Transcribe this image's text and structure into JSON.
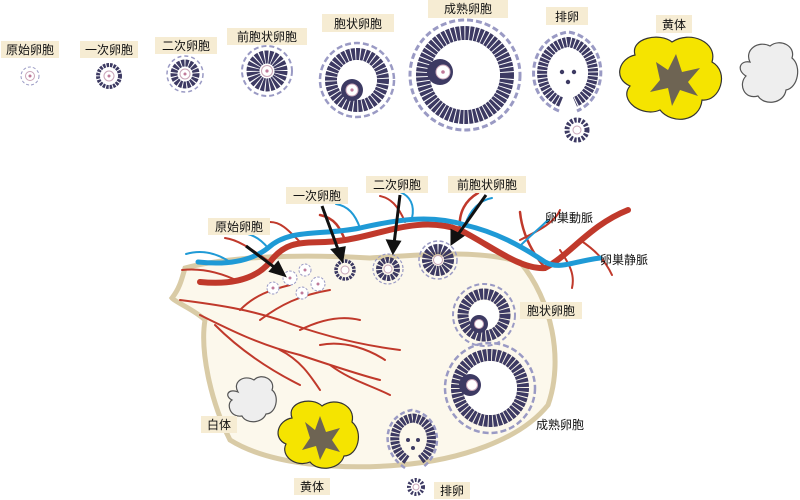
{
  "stages": {
    "primordial": "原始卵胞",
    "primary": "一次卵胞",
    "secondary": "二次卵胞",
    "preantral": "前胞状卵胞",
    "antral": "胞状卵胞",
    "mature": "成熟卵胞",
    "ovulation": "排卵",
    "corpus_luteum": "黄体"
  },
  "ovary_labels": {
    "primordial": "原始卵胞",
    "primary": "一次卵胞",
    "secondary": "二次卵胞",
    "preantral": "前胞状卵胞",
    "antral": "胞状卵胞",
    "mature": "成熟卵胞",
    "ovulation": "排卵",
    "corpus_luteum": "黄体",
    "corpus_albicans": "白体",
    "ovarian_artery": "卵巣動脈",
    "ovarian_vein": "卵巣静脈"
  },
  "colors": {
    "granulosa": "#3d3a63",
    "theca": "#9a9ac4",
    "oocyte": "#c9a5b8",
    "corpus_luteum": "#f5e400",
    "luteum_core": "#6e6453",
    "albicans": "#eeeeee",
    "artery": "#c0392b",
    "vein": "#1f9ad6",
    "ovary_fill": "#fcf8ec",
    "ovary_edge": "#d9cba6",
    "label_bg": "#f6ecd3"
  }
}
